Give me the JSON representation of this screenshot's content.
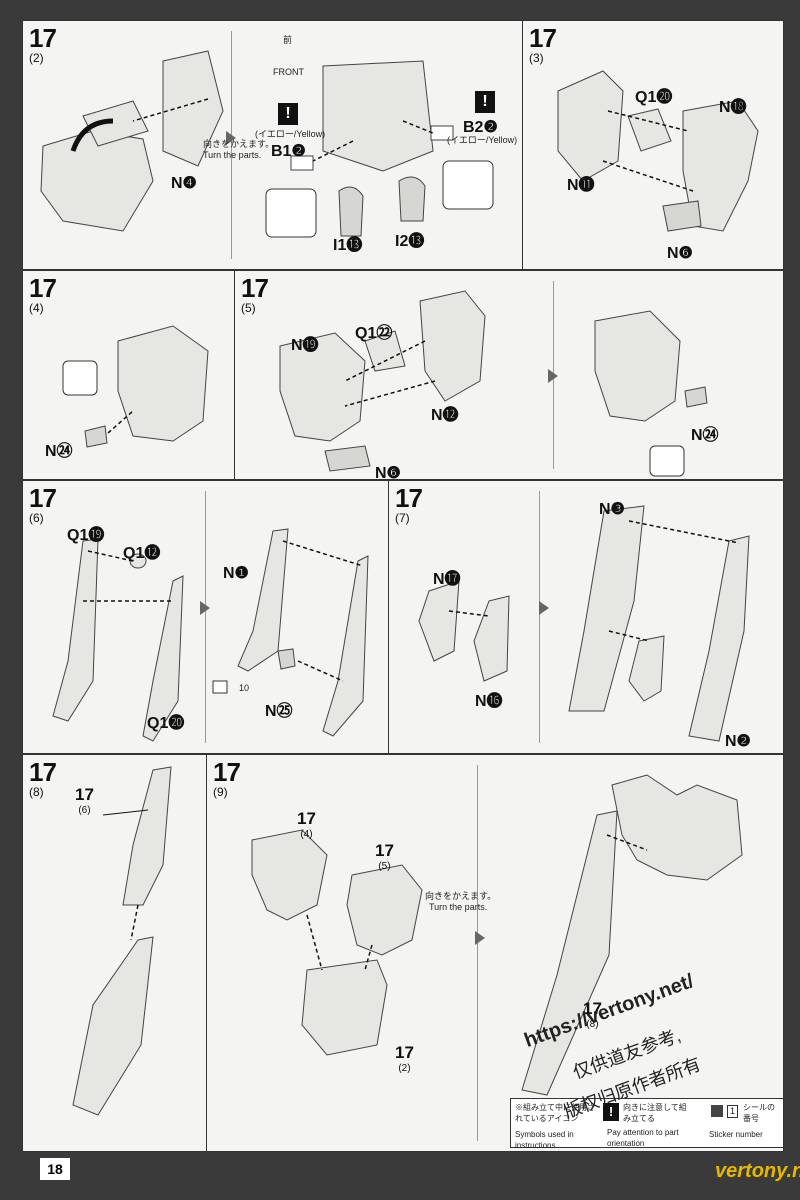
{
  "page_number": "18",
  "steps": {
    "s2": {
      "no": "17",
      "sub": "(2)",
      "parts": {
        "n4": "N❹",
        "b1": "B1❷",
        "b2": "B2❷",
        "i1": "I1⓭",
        "i2": "I2⓭"
      },
      "front_jp": "前",
      "front_en": "FRONT",
      "turn_jp": "向きをかえます。",
      "turn_en": "Turn the parts.",
      "yellow": "(イエロー/Yellow)"
    },
    "s3": {
      "no": "17",
      "sub": "(3)",
      "parts": {
        "q1": "Q1⓴",
        "n18": "N⓲",
        "n11": "N⓫",
        "n6": "N❻"
      }
    },
    "s4": {
      "no": "17",
      "sub": "(4)",
      "parts": {
        "n24": "N㉔"
      }
    },
    "s5": {
      "no": "17",
      "sub": "(5)",
      "parts": {
        "n19": "N⓳",
        "q1": "Q1㉒",
        "n12": "N⓬",
        "n6": "N❻",
        "n24": "N㉔"
      }
    },
    "s6": {
      "no": "17",
      "sub": "(6)",
      "parts": {
        "q1a": "Q1⓳",
        "q1b": "Q1⓬",
        "q1c": "Q1⓴",
        "n1": "N❶",
        "n25": "N㉕",
        "sticker": "10"
      }
    },
    "s7": {
      "no": "17",
      "sub": "(7)",
      "parts": {
        "n17": "N⓱",
        "n16": "N⓰",
        "n3": "N❸",
        "n2": "N❷"
      }
    },
    "s8": {
      "no": "17",
      "sub": "(8)",
      "ref": {
        "no": "17",
        "sub": "(6)"
      }
    },
    "s9": {
      "no": "17",
      "sub": "(9)",
      "refs": [
        {
          "no": "17",
          "sub": "(4)"
        },
        {
          "no": "17",
          "sub": "(5)"
        },
        {
          "no": "17",
          "sub": "(2)"
        },
        {
          "no": "17",
          "sub": "(8)"
        }
      ],
      "turn_jp": "向きをかえます。",
      "turn_en": "Turn the parts."
    }
  },
  "legend": {
    "title_jp": "※組み立て中に使用されているアイコン",
    "title_en": "Symbols used in instructions",
    "att_jp": "向きに注意して組み立てる",
    "att_en": "Pay attention to part orientation",
    "sticker_jp": "シールの番号",
    "sticker_en": "Sticker number",
    "sticker_no": "1"
  },
  "watermark": {
    "url": "https://vertony.net/",
    "cn1": "仅供道友参考,",
    "cn2": "版权归原作者所有",
    "brand": "vertony.net"
  }
}
